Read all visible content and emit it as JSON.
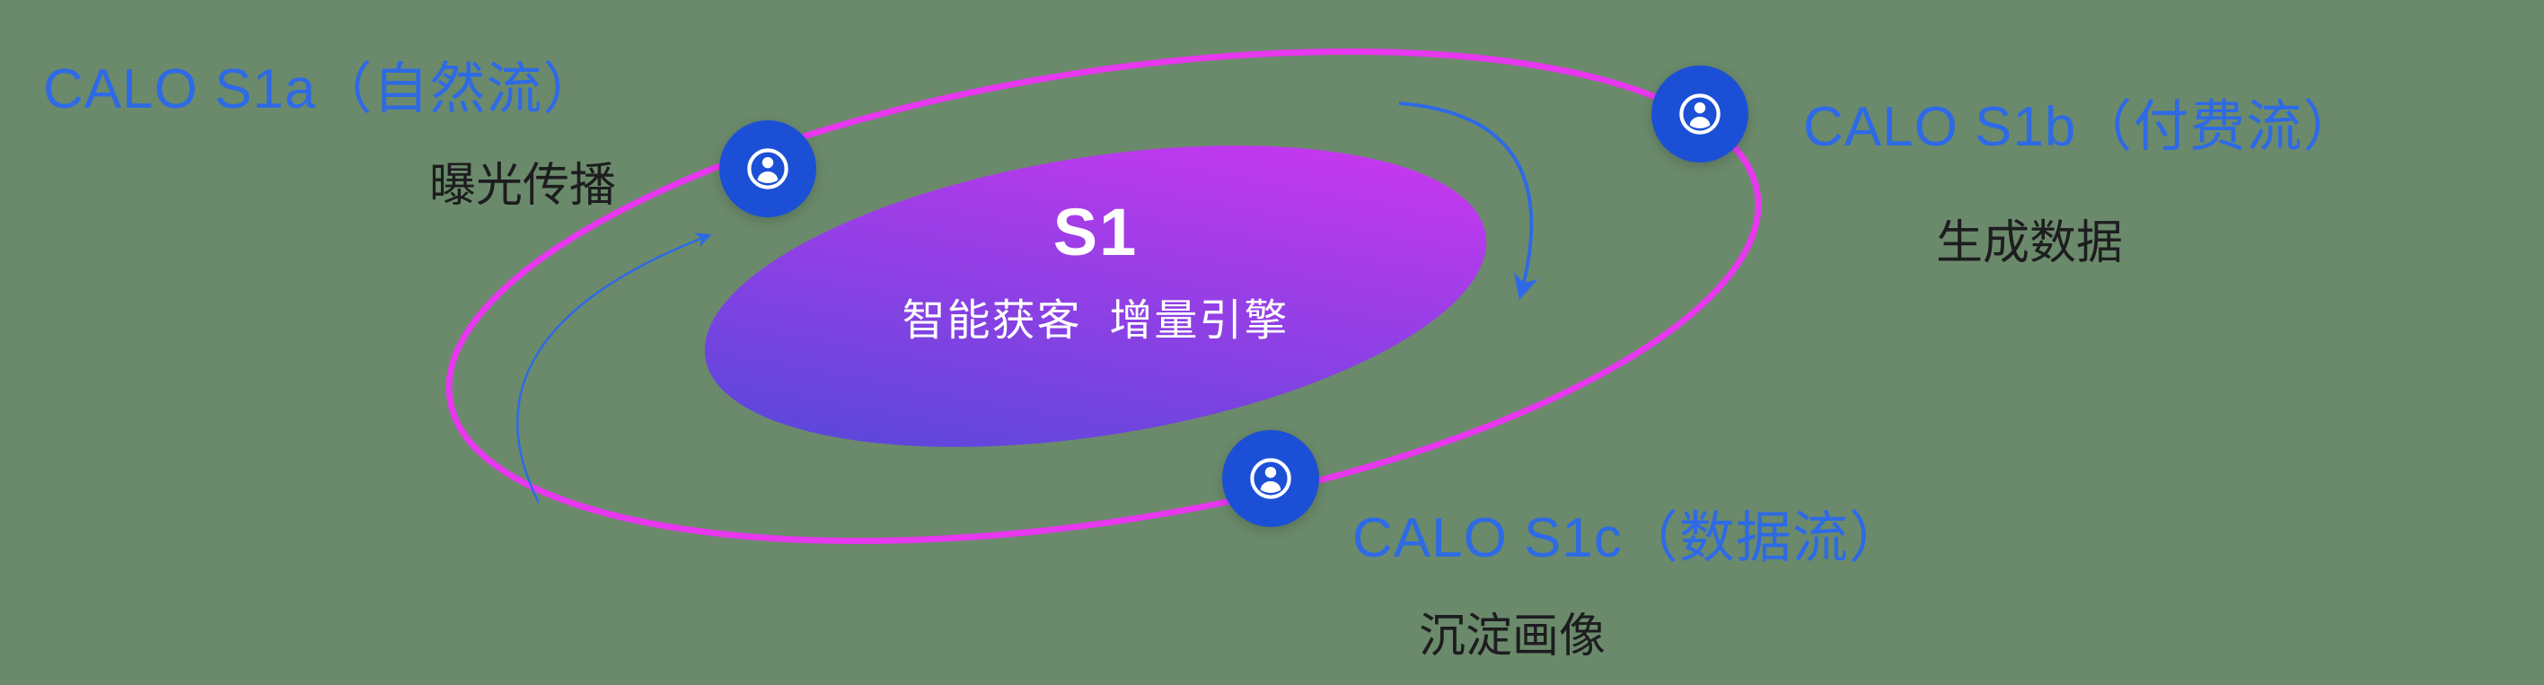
{
  "colors": {
    "page_bg": "#6b8a6b",
    "label_blue": "#2e6ae5",
    "text_dark": "#1d1d1f",
    "orbit_pink": "#e838ef",
    "node_blue": "#1b50d6",
    "core_gradient_start": "#4a4ad8",
    "core_gradient_end": "#d835f2",
    "arrow_blue": "#2e6ae5",
    "icon_white": "#ffffff"
  },
  "core": {
    "title": "S1",
    "subtitle": "智能获客  增量引擎"
  },
  "nodes": [
    {
      "id": "s1a",
      "title": "CALO S1a（自然流）",
      "subtitle": "曝光传播",
      "icon": "user-circle-icon"
    },
    {
      "id": "s1b",
      "title": "CALO S1b（付费流）",
      "subtitle": "生成数据",
      "icon": "user-circle-icon"
    },
    {
      "id": "s1c",
      "title": "CALO S1c（数据流）",
      "subtitle": "沉淀画像",
      "icon": "user-circle-icon"
    }
  ]
}
